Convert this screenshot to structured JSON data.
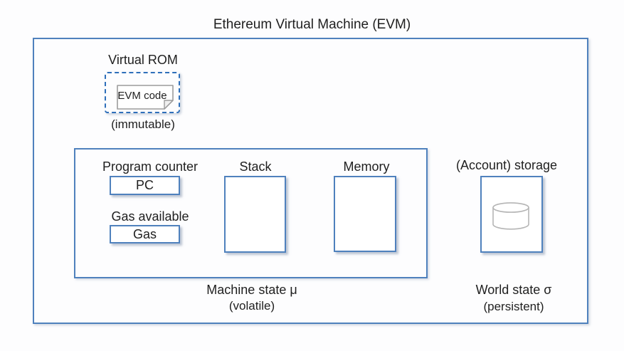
{
  "title": "Ethereum Virtual Machine (EVM)",
  "colors": {
    "box_border_blue": "#4f81bd",
    "dashed_border_blue": "#2e6fba",
    "note_border_gray": "#9c9c9c",
    "cylinder_gray": "#b5b5b5",
    "text": "#1f1f1f"
  },
  "virtual_rom": {
    "label": "Virtual ROM",
    "code_label": "EVM code",
    "note": "(immutable)"
  },
  "machine_state": {
    "program_counter": {
      "label": "Program counter",
      "value": "PC"
    },
    "gas": {
      "label": "Gas available",
      "value": "Gas"
    },
    "stack": {
      "label": "Stack"
    },
    "memory": {
      "label": "Memory"
    },
    "caption": "Machine state μ",
    "caption_note": "(volatile)"
  },
  "storage": {
    "label": "(Account) storage",
    "icon": "database-cylinder-icon",
    "caption": "World state σ",
    "caption_note": "(persistent)"
  }
}
